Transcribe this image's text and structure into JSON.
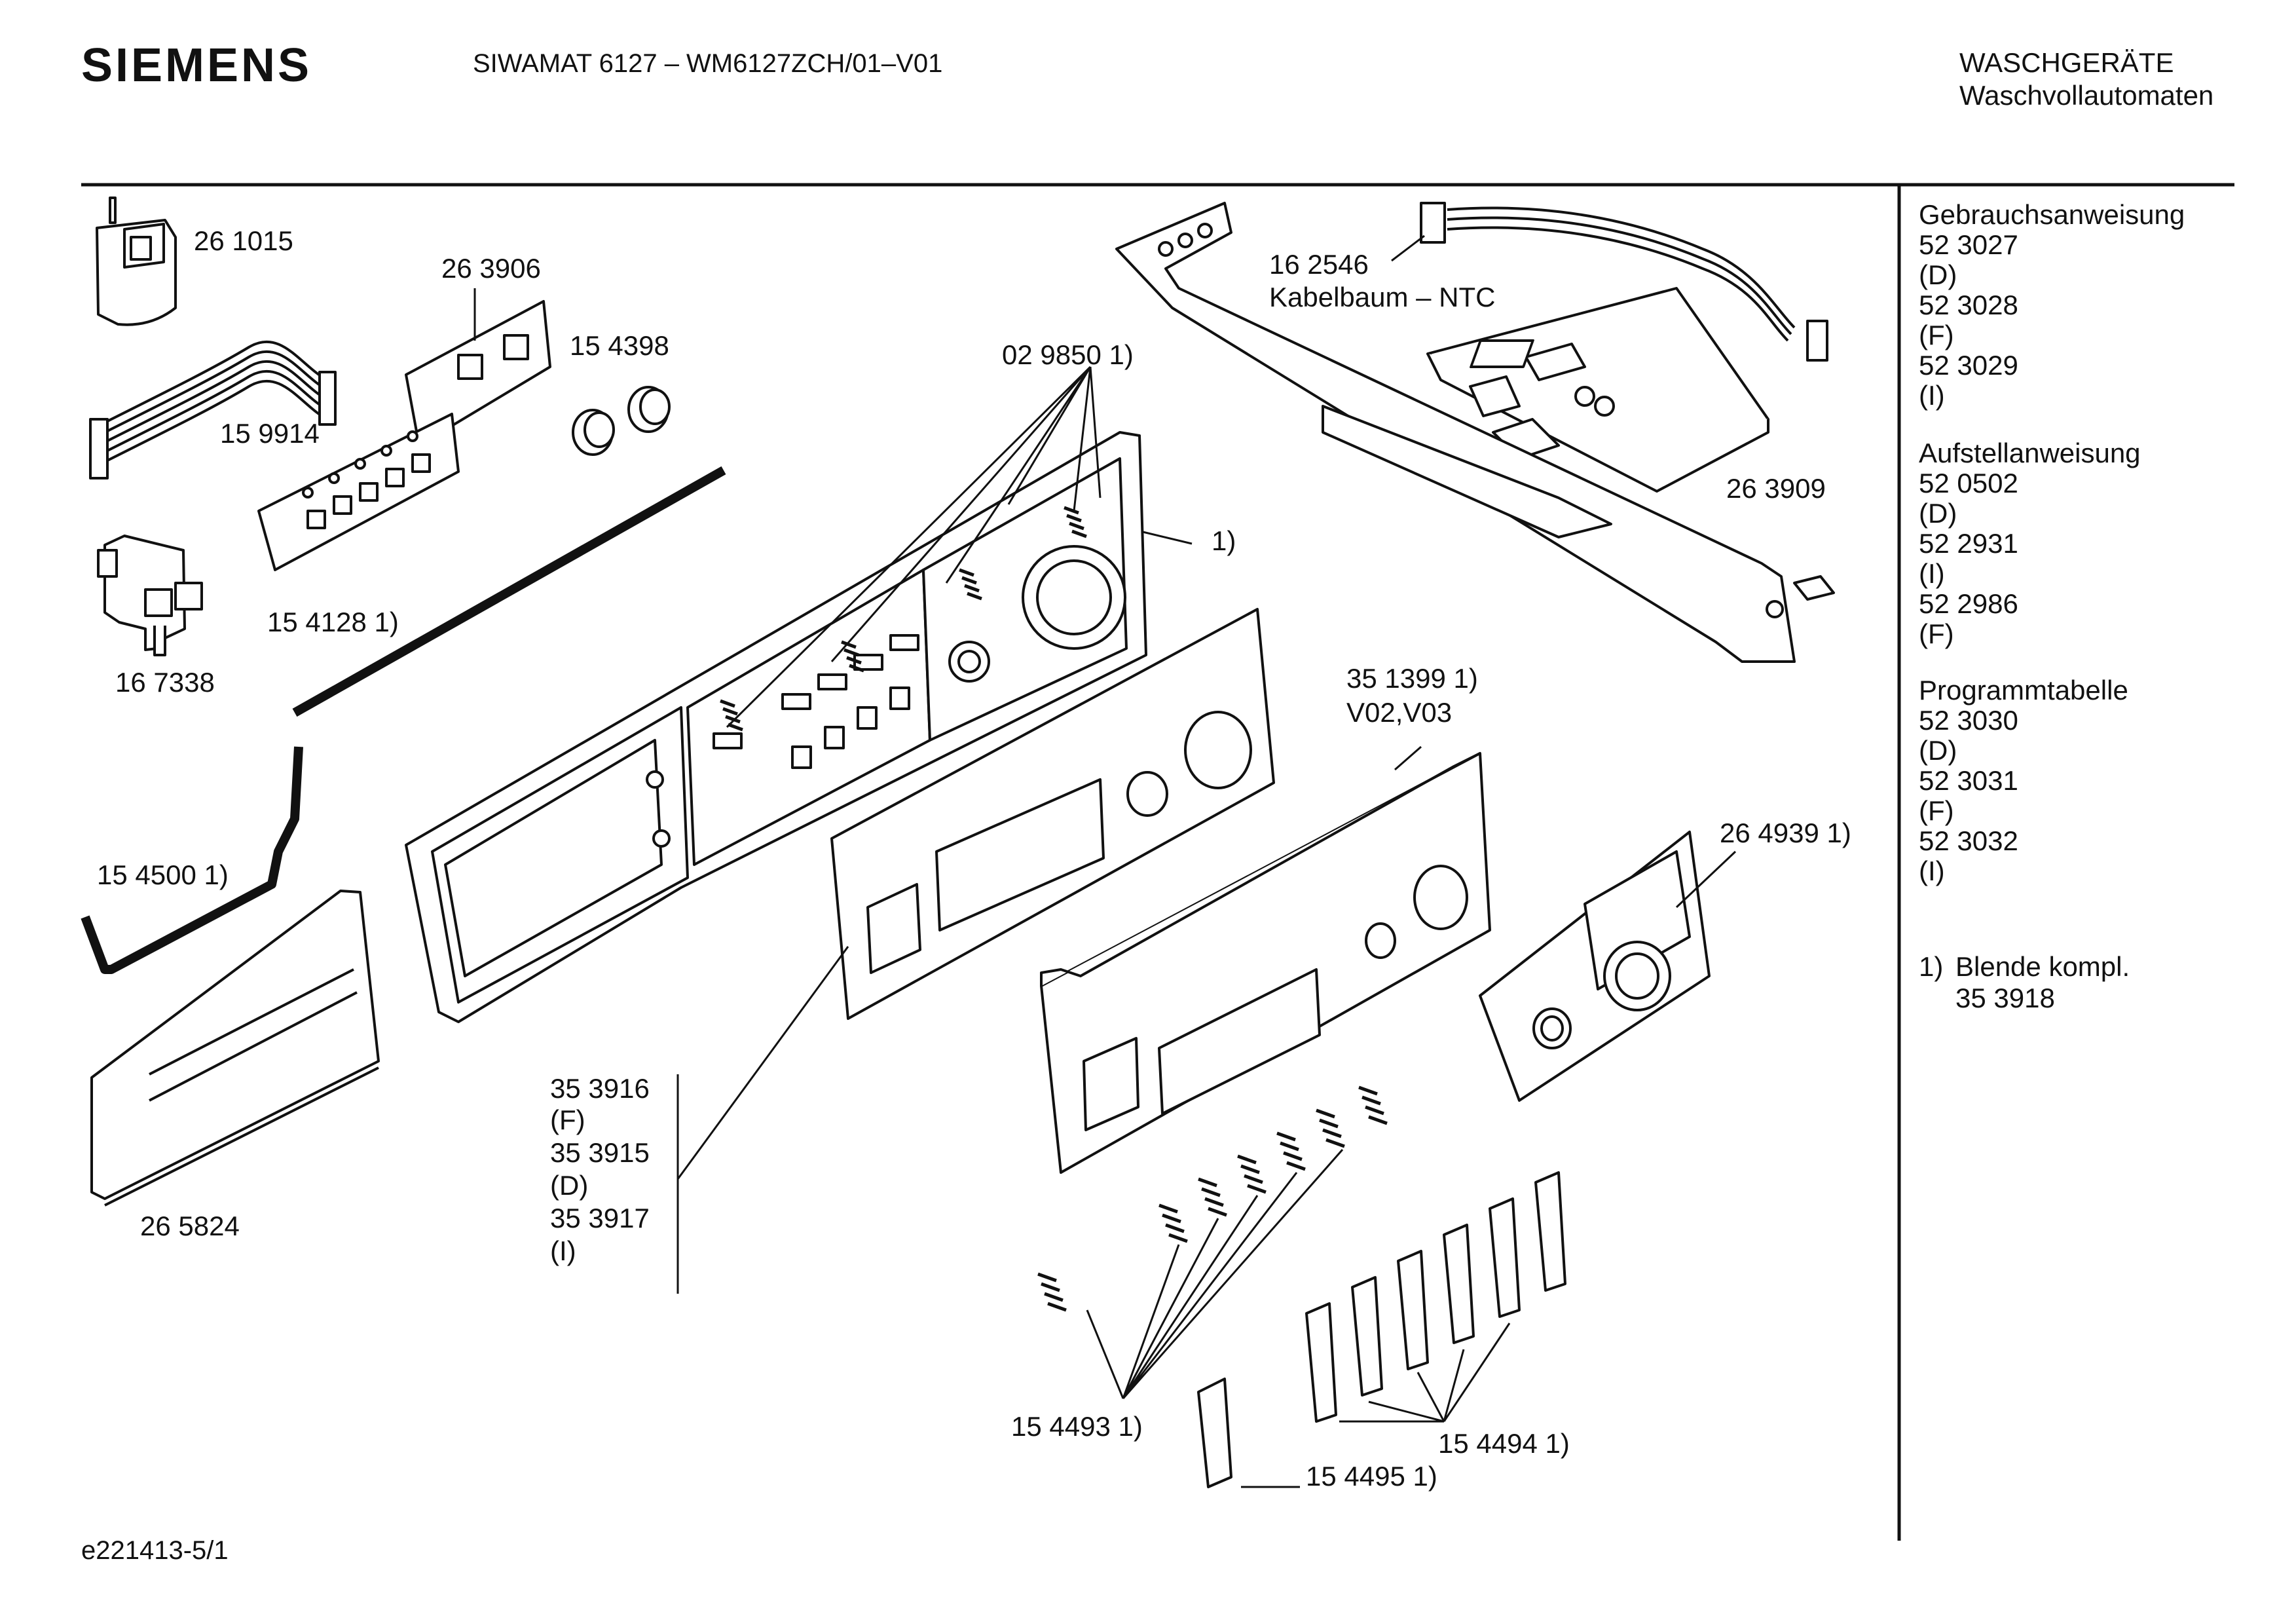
{
  "header": {
    "brand": "SIEMENS",
    "model": "SIWAMAT 6127 – WM6127ZCH/01–V01",
    "category": "WASCHGERÄTE",
    "subcategory": "Waschvollautomaten"
  },
  "footer": {
    "drawing_id": "e221413-5/1"
  },
  "sidebar": {
    "sections": [
      {
        "title": "Gebrauchsanweisung",
        "lines": [
          "52 3027",
          "(D)",
          "52 3028",
          "(F)",
          "52 3029",
          "(I)"
        ]
      },
      {
        "title": "Aufstellanweisung",
        "lines": [
          "52 0502",
          "(D)",
          "52 2931",
          "(I)",
          "52 2986",
          "(F)"
        ]
      },
      {
        "title": "Programmtabelle",
        "lines": [
          "52 3030",
          "(D)",
          "52 3031",
          "(F)",
          "52 3032",
          "(I)"
        ]
      }
    ],
    "footnote_marker": "1)",
    "footnote_text": "Blende kompl.",
    "footnote_part": "35 3918"
  },
  "parts": {
    "p261015": "26 1015",
    "p263906": "26 3906",
    "p159914": "15 9914",
    "p154398": "15 4398",
    "p167338": "16 7338",
    "p154128": "15 4128 1)",
    "p154500": "15 4500 1)",
    "p265824": "26 5824",
    "p029850": "02 9850 1)",
    "p162546": "16 2546",
    "p162546_desc": "Kabelbaum – NTC",
    "p263909": "26 3909",
    "p_blende": "1)",
    "p351399": "35 1399 1)",
    "p351399_var": "V02,V03",
    "p264939": "26 4939 1)",
    "p353916": "35 3916",
    "p353916_var": "(F)",
    "p353915": "35 3915",
    "p353915_var": "(D)",
    "p353917": "35 3917",
    "p353917_var": "(I)",
    "p154493": "15 4493 1)",
    "p154494": "15 4494 1)",
    "p154495": "15 4495 1)"
  }
}
